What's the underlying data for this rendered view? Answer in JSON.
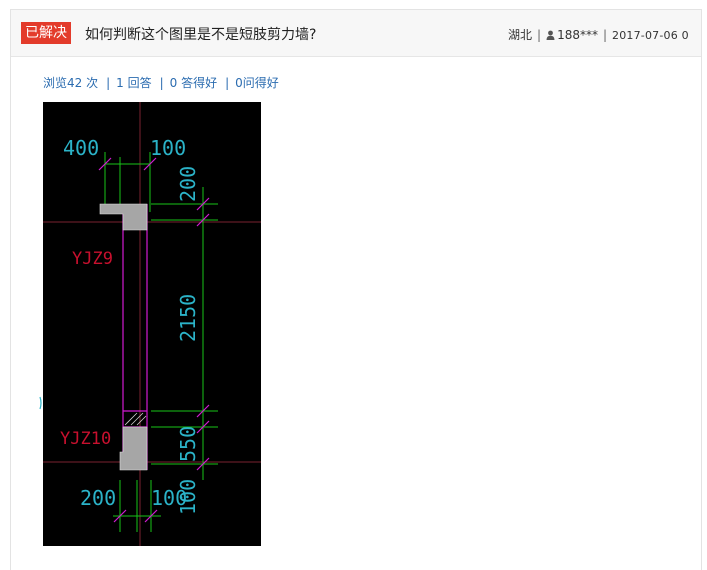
{
  "question": {
    "status_badge": "已解决",
    "title": "如何判断这个图里是不是短肢剪力墙?",
    "region": "湖北",
    "user": "188***",
    "date": "2017-07-06 0"
  },
  "stats": {
    "views": "浏览42 次",
    "answers": "1 回答",
    "good_answers": "0 答得好",
    "good_questions": "0问得好"
  },
  "drawing": {
    "dims": {
      "top_left": "400",
      "top_right": "100",
      "right_top": "200",
      "right_mid": "2150",
      "right_low": "550",
      "right_bottom": "100",
      "bottom_left": "200",
      "bottom_right": "100"
    },
    "labels": {
      "upper_column": "YJZ9",
      "lower_column": "YJZ10"
    },
    "colors": {
      "background": "#000000",
      "dimension_text": "#2bb3c8",
      "label_text": "#c8102e",
      "dimension_line": "#18c418",
      "wall_outline": "#d21bd2",
      "column_fill": "#a6a6a6",
      "axis_line": "#7a2230"
    }
  }
}
